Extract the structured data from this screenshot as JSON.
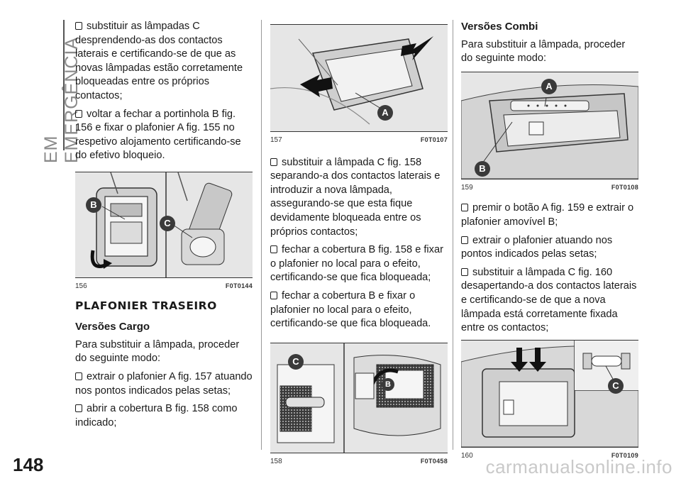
{
  "sidebar": {
    "title": "EM EMERGÊNCIA"
  },
  "page_number": "148",
  "watermark": "carmanualsonline.info",
  "col1": {
    "b1": "substituir as lâmpadas C desprendendo-as dos contactos laterais e certificando-se de que as novas lâmpadas estão corretamente bloqueadas entre os próprios contactos;",
    "b2": "voltar a fechar a portinhola B fig. 156 e fixar o plafonier A fig. 155 no respetivo alojamento certificando-se do efetivo bloqueio.",
    "fig156": {
      "num": "156",
      "code": "F0T0144",
      "label_b": "B",
      "label_c": "C"
    },
    "section_title": "PLAFONIER TRASEIRO",
    "subsection": "Versões Cargo",
    "intro": "Para substituir a lâmpada, proceder do seguinte modo:",
    "b3": "extrair o plafonier A fig. 157 atuando nos pontos indicados pelas setas;",
    "b4": "abrir a cobertura B fig. 158 como indicado;"
  },
  "col2": {
    "fig157": {
      "num": "157",
      "code": "F0T0107",
      "label_a": "A"
    },
    "b1": "substituir a lâmpada C fig. 158 separando-a dos contactos laterais e introduzir a nova lâmpada, assegurando-se que esta fique devidamente bloqueada entre os próprios contactos;",
    "b2": "fechar a cobertura B fig. 158 e fixar o plafonier no local para o efeito, certificando-se que fica bloqueada;",
    "b3": "fechar a cobertura B e fixar o plafonier no local para o efeito, certificando-se que fica bloqueada.",
    "fig158": {
      "num": "158",
      "code": "F0T0458",
      "label_c": "C",
      "label_b": "B"
    }
  },
  "col3": {
    "subsection": "Versões Combi",
    "intro": "Para substituir a lâmpada, proceder do seguinte modo:",
    "fig159": {
      "num": "159",
      "code": "F0T0108",
      "label_a": "A",
      "label_b": "B"
    },
    "b1": "premir o botão A fig. 159 e extrair o plafonier amovível B;",
    "b2": "extrair o plafonier atuando nos pontos indicados pelas setas;",
    "b3": "substituir a lâmpada C fig. 160 desapertando-a dos contactos laterais e certificando-se de que a nova lâmpada está corretamente fixada entre os contactos;",
    "fig160": {
      "num": "160",
      "code": "F0T0109",
      "label_c": "C"
    }
  }
}
